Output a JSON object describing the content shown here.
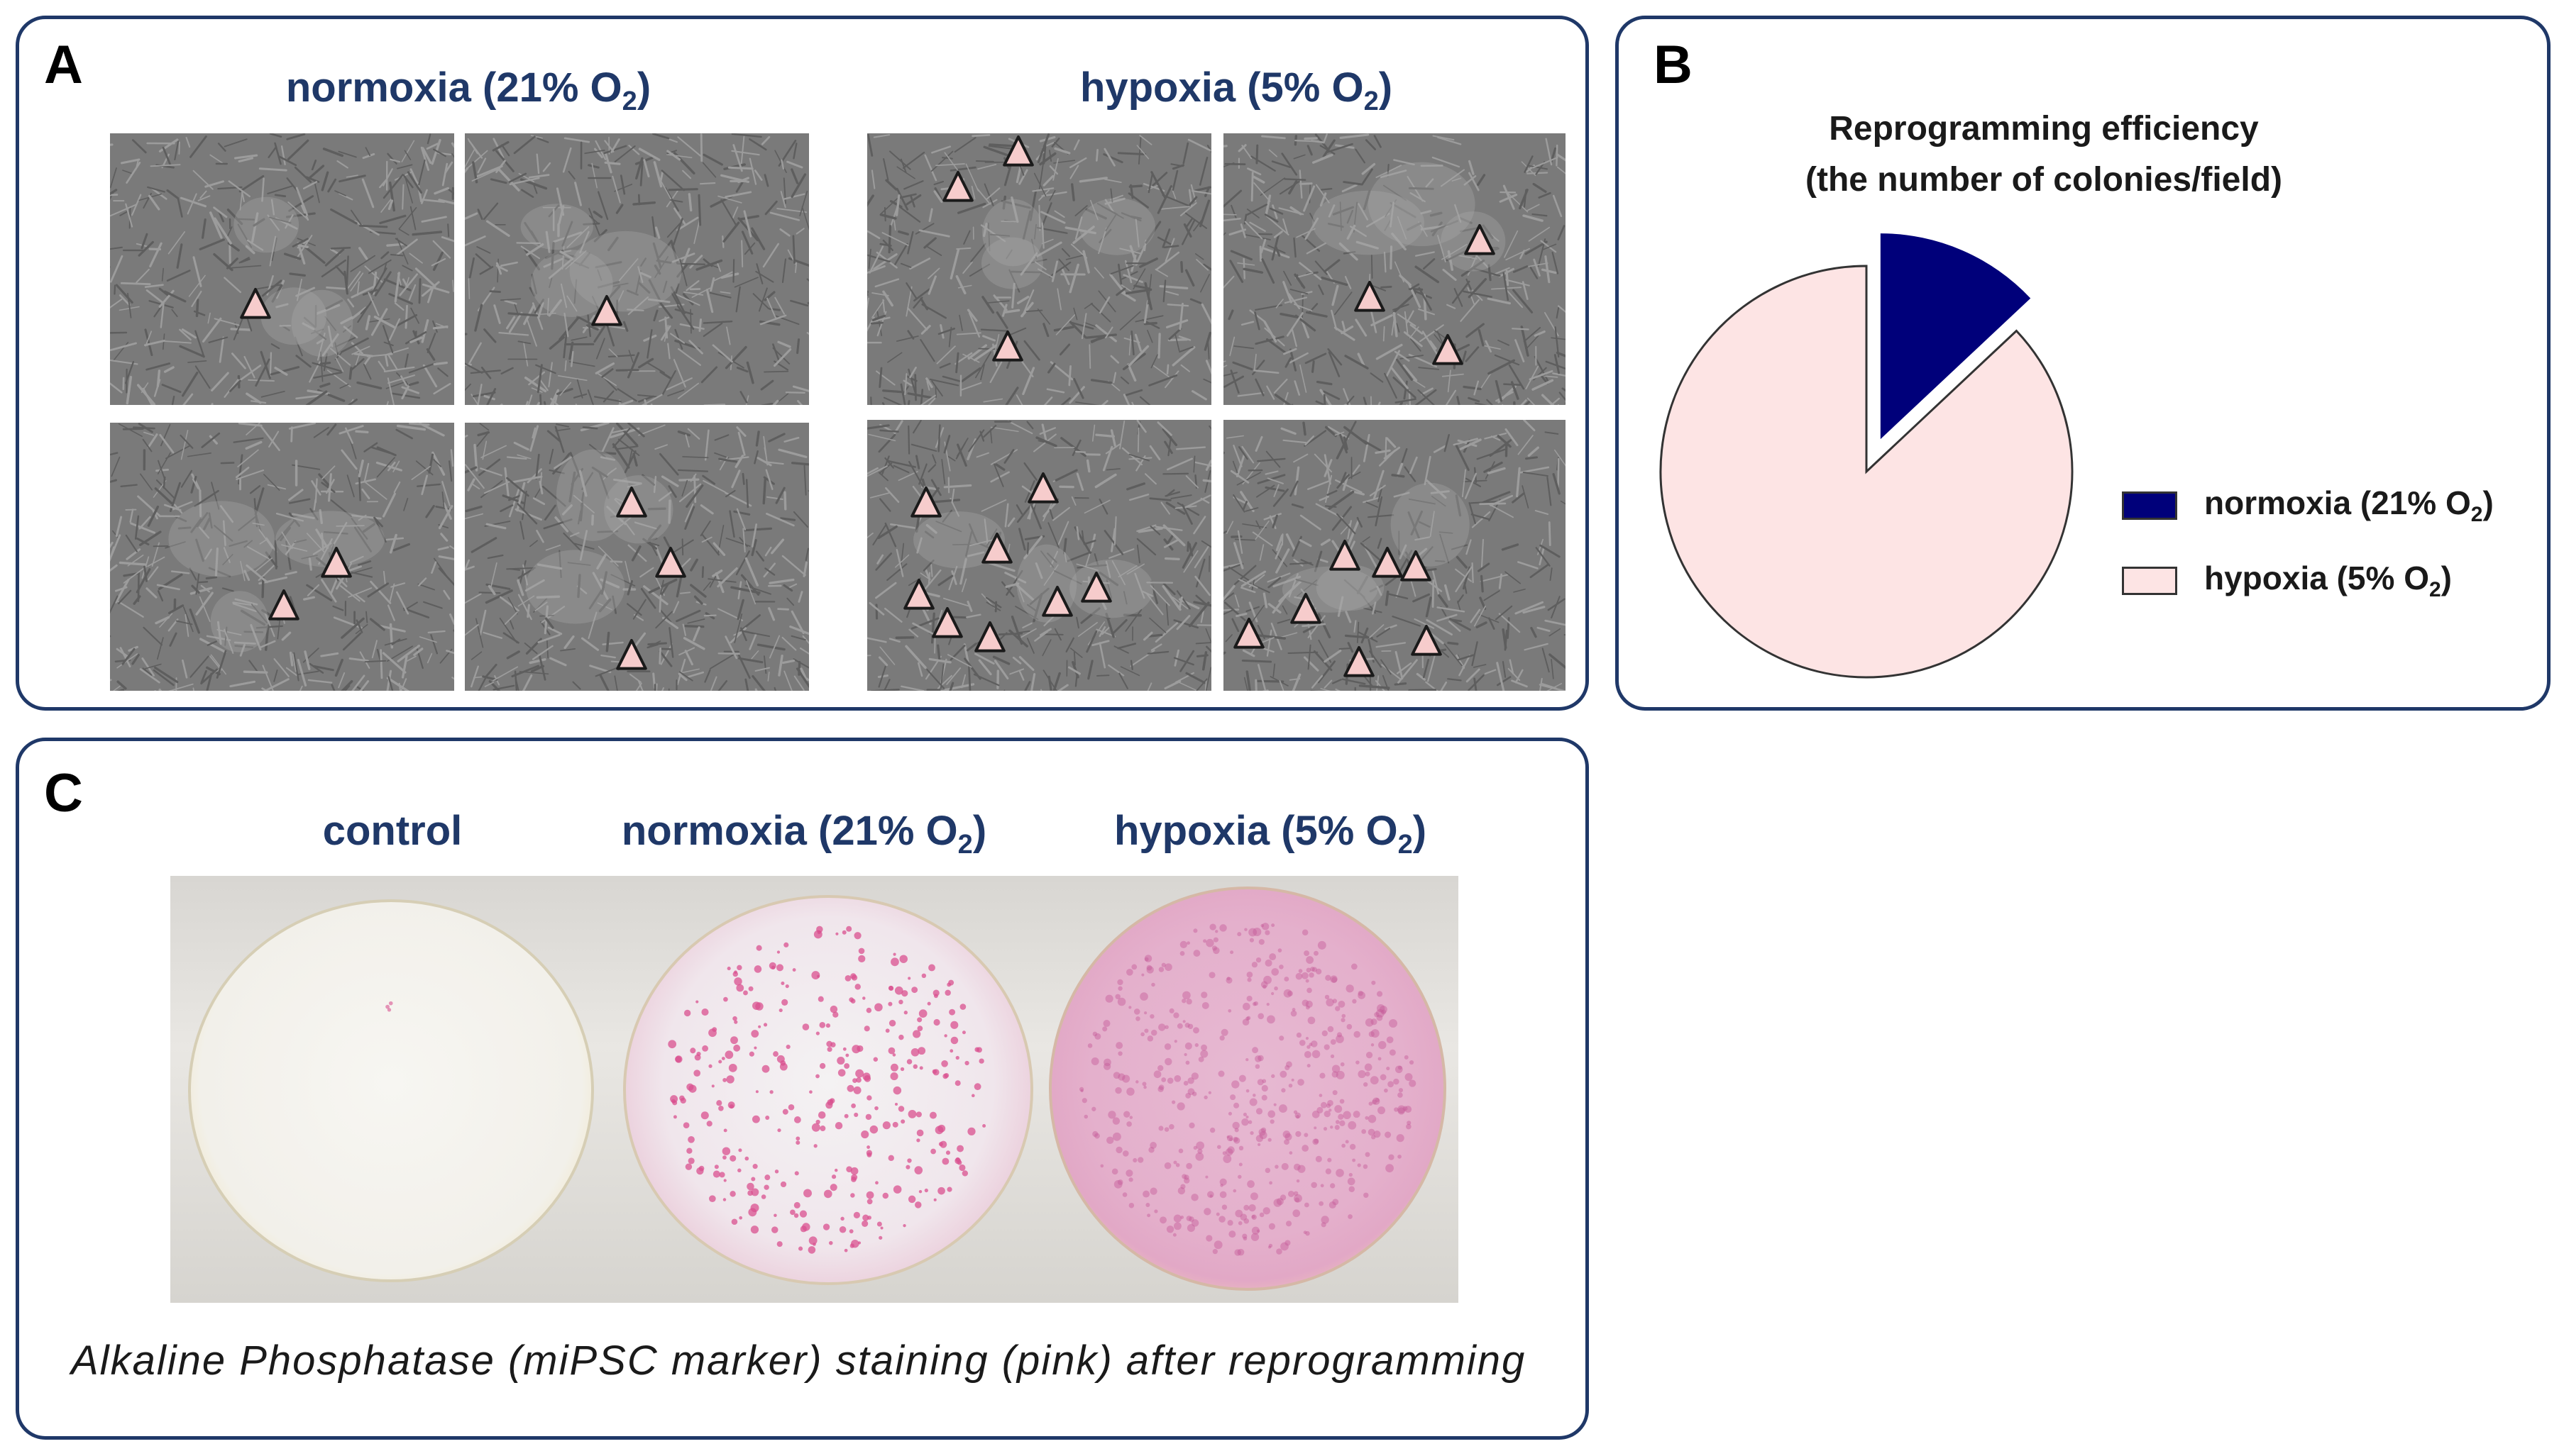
{
  "panel_a": {
    "label": "A",
    "normoxia_title": "normoxia (21% O",
    "normoxia_sub": "2",
    "normoxia_close": ")",
    "hypoxia_title": "hypoxia (5% O",
    "hypoxia_sub": "2",
    "hypoxia_close": ")"
  },
  "panel_b": {
    "label": "B",
    "title_line1": "Reprogramming efficiency",
    "title_line2": "(the number of colonies/field)",
    "legend": [
      {
        "text": "normoxia (21% O",
        "sub": "2",
        "close": ")",
        "color": "#00007a"
      },
      {
        "text": "hypoxia (5% O",
        "sub": "2",
        "close": ")",
        "color": "#fde4e4"
      }
    ]
  },
  "chart_data": {
    "type": "pie",
    "title": "Reprogramming efficiency (the number of colonies/field)",
    "slices": [
      {
        "name": "normoxia (21% O2)",
        "value": 0.13,
        "color": "#00007a",
        "exploded": true
      },
      {
        "name": "hypoxia (5% O2)",
        "value": 0.87,
        "color": "#fde4e4",
        "exploded": false
      }
    ],
    "legend_position": "right"
  },
  "panel_c": {
    "label": "C",
    "col1": "control",
    "col2_title": "normoxia (21% O",
    "col2_sub": "2",
    "col2_close": ")",
    "col3_title": "hypoxia (5% O",
    "col3_sub": "2",
    "col3_close": ")",
    "caption": "Alkaline Phosphatase  (miPSC marker) staining  (pink)  after reprogramming"
  },
  "colors": {
    "panel_border": "#1f3868",
    "title_blue": "#1f3868",
    "arrow_fill": "#f6cccc",
    "stain_pink": "#e9a6c8"
  }
}
